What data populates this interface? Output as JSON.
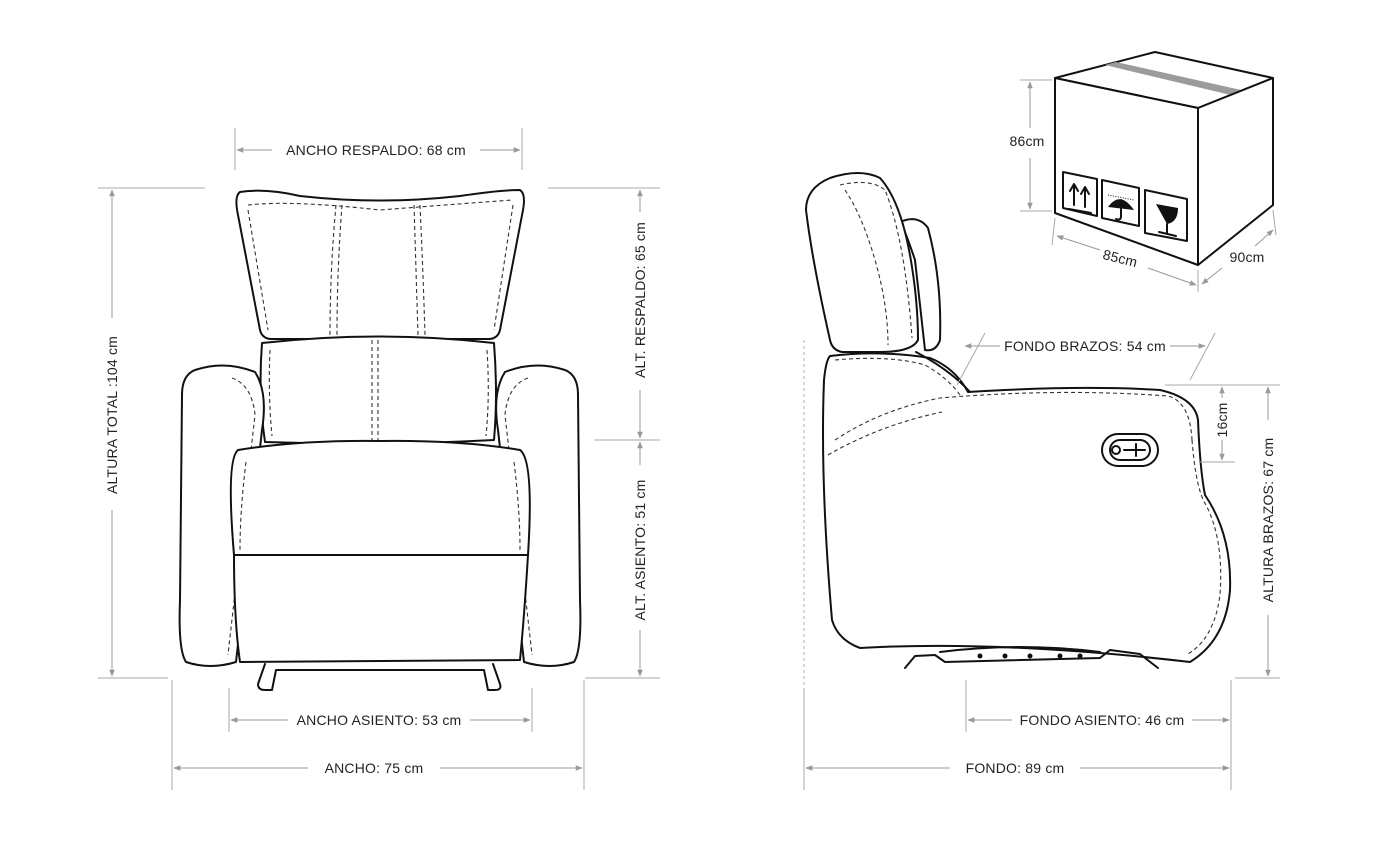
{
  "front_view": {
    "ancho_respaldo": "ANCHO RESPALDO: 68 cm",
    "alt_respaldo": "ALT. RESPALDO: 65 cm",
    "altura_total": "ALTURA TOTAL :104 cm",
    "alt_asiento": "ALT. ASIENTO: 51 cm",
    "ancho_asiento": "ANCHO ASIENTO: 53 cm",
    "ancho": "ANCHO: 75 cm"
  },
  "side_view": {
    "fondo_brazos": "FONDO BRAZOS: 54 cm",
    "altura_brazos": "ALTURA BRAZOS: 67 cm",
    "lever_height": "16cm",
    "fondo_asiento": "FONDO ASIENTO: 46 cm",
    "fondo": "FONDO: 89 cm"
  },
  "box": {
    "height": "86cm",
    "width": "85cm",
    "depth": "90cm",
    "icons": [
      "this-side-up-icon",
      "keep-dry-icon",
      "fragile-icon"
    ]
  },
  "colors": {
    "line": "#111111",
    "dimension": "#9a9a9a",
    "tape": "#9b9b9b"
  }
}
